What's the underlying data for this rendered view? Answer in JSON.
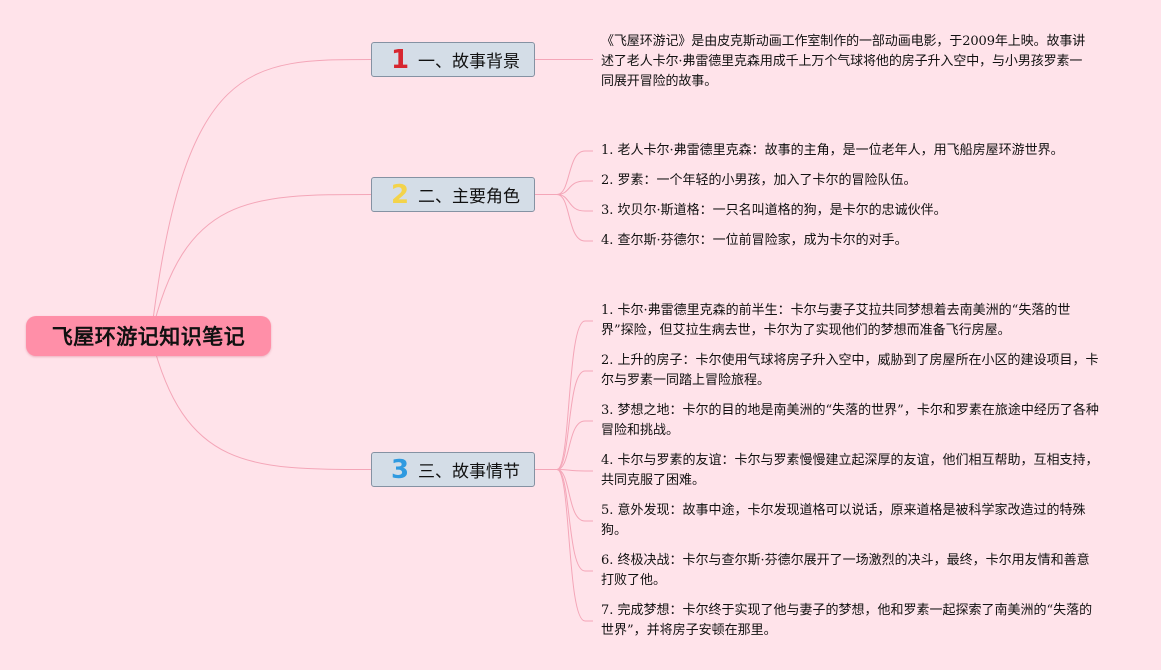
{
  "root": {
    "title": "飞屋环游记知识笔记",
    "color": "#ff8fa8"
  },
  "colors": {
    "background": "#ffe3ea",
    "link": "#f4a6b8",
    "branch_fill": "#d4dde7",
    "branch_border": "#8592a3"
  },
  "branches": [
    {
      "number": "1",
      "number_color": "#d7262f",
      "label": "一、故事背景",
      "items": [
        "《飞屋环游记》是由皮克斯动画工作室制作的一部动画电影，于2009年上映。故事讲述了老人卡尔·弗雷德里克森用成千上万个气球将他的房子升入空中，与小男孩罗素一同展开冒险的故事。"
      ]
    },
    {
      "number": "2",
      "number_color": "#f3d34a",
      "label": "二、主要角色",
      "items": [
        "1. 老人卡尔·弗雷德里克森：故事的主角，是一位老年人，用飞船房屋环游世界。",
        "2. 罗素：一个年轻的小男孩，加入了卡尔的冒险队伍。",
        "3. 坎贝尔·斯道格：一只名叫道格的狗，是卡尔的忠诚伙伴。",
        "4. 查尔斯·芬德尔：一位前冒险家，成为卡尔的对手。"
      ]
    },
    {
      "number": "3",
      "number_color": "#2f9ae0",
      "label": "三、故事情节",
      "items": [
        "1. 卡尔·弗雷德里克森的前半生：卡尔与妻子艾拉共同梦想着去南美洲的“失落的世界”探险，但艾拉生病去世，卡尔为了实现他们的梦想而准备飞行房屋。",
        "2. 上升的房子：卡尔使用气球将房子升入空中，威胁到了房屋所在小区的建设项目，卡尔与罗素一同踏上冒险旅程。",
        "3. 梦想之地：卡尔的目的地是南美洲的“失落的世界”，卡尔和罗素在旅途中经历了各种冒险和挑战。",
        "4. 卡尔与罗素的友谊：卡尔与罗素慢慢建立起深厚的友谊，他们相互帮助，互相支持，共同克服了困难。",
        "5. 意外发现：故事中途，卡尔发现道格可以说话，原来道格是被科学家改造过的特殊狗。",
        "6. 终极决战：卡尔与查尔斯·芬德尔展开了一场激烈的决斗，最终，卡尔用友情和善意打败了他。",
        "7. 完成梦想：卡尔终于实现了他与妻子的梦想，他和罗素一起探索了南美洲的“失落的世界”，并将房子安顿在那里。"
      ]
    }
  ]
}
